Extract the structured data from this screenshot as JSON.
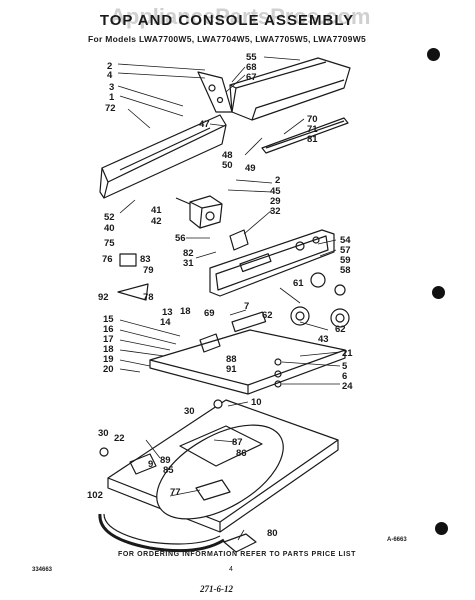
{
  "watermark": "AppliancePartsPros.com",
  "title": "TOP AND CONSOLE ASSEMBLY",
  "models_line": "For Models LWA7700W5, LWA7704W5, LWA7705W5, LWA7709W5",
  "footer_note": "FOR ORDERING INFORMATION REFER TO PARTS PRICE LIST",
  "diagram_ref": "A-6663",
  "left_code": "334663",
  "page_number": "4",
  "page_code": "271-6-12",
  "part_labels": [
    {
      "id": "2a",
      "text": "2"
    },
    {
      "id": "4a",
      "text": "4"
    },
    {
      "id": "3",
      "text": "3"
    },
    {
      "id": "1",
      "text": "1"
    },
    {
      "id": "72",
      "text": "72"
    },
    {
      "id": "55",
      "text": "55"
    },
    {
      "id": "68",
      "text": "68"
    },
    {
      "id": "67",
      "text": "67"
    },
    {
      "id": "47",
      "text": "47"
    },
    {
      "id": "70",
      "text": "70"
    },
    {
      "id": "71",
      "text": "71"
    },
    {
      "id": "81",
      "text": "81"
    },
    {
      "id": "48",
      "text": "48"
    },
    {
      "id": "50",
      "text": "50"
    },
    {
      "id": "49",
      "text": "49"
    },
    {
      "id": "2b",
      "text": "2"
    },
    {
      "id": "45",
      "text": "45"
    },
    {
      "id": "29",
      "text": "29"
    },
    {
      "id": "32",
      "text": "32"
    },
    {
      "id": "41",
      "text": "41"
    },
    {
      "id": "42",
      "text": "42"
    },
    {
      "id": "52",
      "text": "52"
    },
    {
      "id": "40",
      "text": "40"
    },
    {
      "id": "56",
      "text": "56"
    },
    {
      "id": "82",
      "text": "82"
    },
    {
      "id": "31",
      "text": "31"
    },
    {
      "id": "54",
      "text": "54"
    },
    {
      "id": "57",
      "text": "57"
    },
    {
      "id": "59",
      "text": "59"
    },
    {
      "id": "58",
      "text": "58"
    },
    {
      "id": "75",
      "text": "75"
    },
    {
      "id": "76",
      "text": "76"
    },
    {
      "id": "83",
      "text": "83"
    },
    {
      "id": "79",
      "text": "79"
    },
    {
      "id": "92",
      "text": "92"
    },
    {
      "id": "78",
      "text": "78"
    },
    {
      "id": "61",
      "text": "61"
    },
    {
      "id": "7",
      "text": "7"
    },
    {
      "id": "62a",
      "text": "62"
    },
    {
      "id": "62b",
      "text": "62"
    },
    {
      "id": "43",
      "text": "43"
    },
    {
      "id": "13",
      "text": "13"
    },
    {
      "id": "18a",
      "text": "18"
    },
    {
      "id": "69",
      "text": "69"
    },
    {
      "id": "14",
      "text": "14"
    },
    {
      "id": "15",
      "text": "15"
    },
    {
      "id": "16",
      "text": "16"
    },
    {
      "id": "17",
      "text": "17"
    },
    {
      "id": "18b",
      "text": "18"
    },
    {
      "id": "19",
      "text": "19"
    },
    {
      "id": "20",
      "text": "20"
    },
    {
      "id": "88",
      "text": "88"
    },
    {
      "id": "91",
      "text": "91"
    },
    {
      "id": "21",
      "text": "21"
    },
    {
      "id": "5",
      "text": "5"
    },
    {
      "id": "6",
      "text": "6"
    },
    {
      "id": "24",
      "text": "24"
    },
    {
      "id": "10",
      "text": "10"
    },
    {
      "id": "30a",
      "text": "30"
    },
    {
      "id": "30b",
      "text": "30"
    },
    {
      "id": "22",
      "text": "22"
    },
    {
      "id": "87",
      "text": "87"
    },
    {
      "id": "86",
      "text": "86"
    },
    {
      "id": "89",
      "text": "89"
    },
    {
      "id": "9",
      "text": "9"
    },
    {
      "id": "85",
      "text": "85"
    },
    {
      "id": "77",
      "text": "77"
    },
    {
      "id": "102",
      "text": "102"
    },
    {
      "id": "80",
      "text": "80"
    }
  ]
}
